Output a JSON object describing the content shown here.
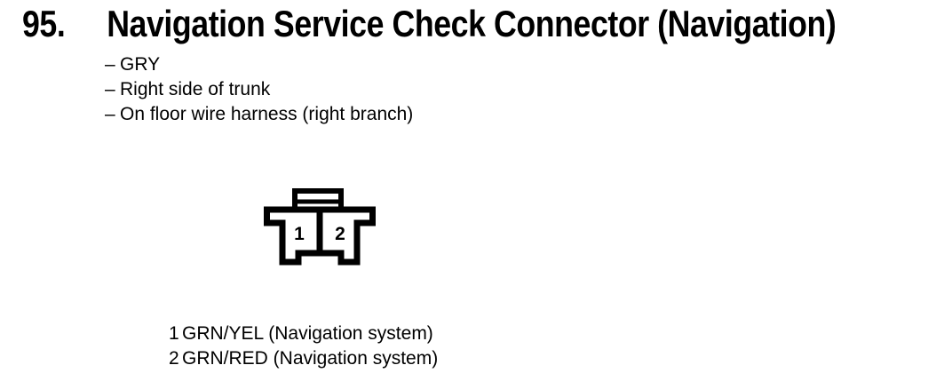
{
  "heading": {
    "number": "95.",
    "title": "Navigation Service Check Connector (Navigation)"
  },
  "details": {
    "dash": "–",
    "items": [
      "GRY",
      "Right side of trunk",
      "On floor wire harness (right branch)"
    ]
  },
  "connector": {
    "view": "2-pin connector front view",
    "color_code": "GRY"
  },
  "pins": [
    {
      "number": "1",
      "label": "GRN/YEL (Navigation system)"
    },
    {
      "number": "2",
      "label": "GRN/RED (Navigation system)"
    }
  ],
  "colors": {
    "ink": "#000000",
    "paper": "#ffffff"
  }
}
